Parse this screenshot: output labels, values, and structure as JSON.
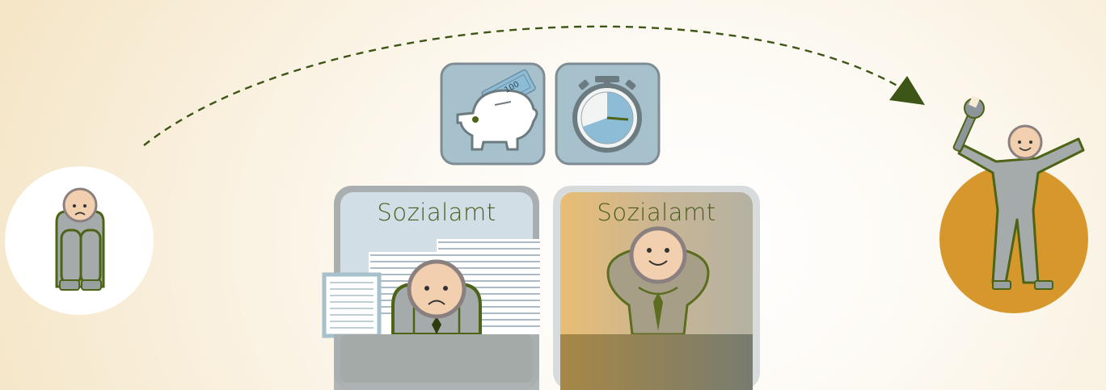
{
  "offices": [
    {
      "label": "Sozialamt"
    },
    {
      "label": "Sozialamt"
    }
  ],
  "piggy_note_value": "100",
  "colors": {
    "arrow": "#3d5516",
    "figure_fill": "#a4abaa",
    "figure_outline": "#4d6416",
    "head_fill": "#f2cfae",
    "head_outline": "#8b8080",
    "orange_circle": "#d6982c",
    "white_circle": "#ffffff",
    "icon_box": "#a6c0cc",
    "icon_box_border": "#7f8c93",
    "clock_face": "#8dbcd6"
  }
}
